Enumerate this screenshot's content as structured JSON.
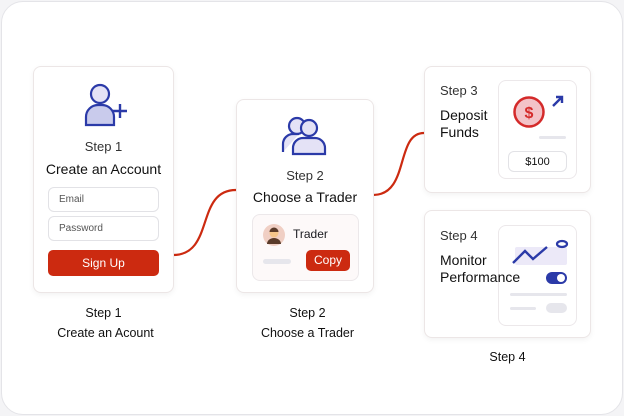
{
  "colors": {
    "accent": "#cc2a10",
    "icon": "#2b3aa8",
    "icon_fill": "#e4e2f6"
  },
  "step1": {
    "step": "Step 1",
    "title": "Create an Account",
    "email_placeholder": "Email",
    "password_placeholder": "Password",
    "signup": "Sign Up",
    "icon": "user-plus-icon"
  },
  "step2": {
    "step": "Step 2",
    "title": "Choose a Trader",
    "trader": "Trader",
    "copy": "Copy",
    "icon": "users-icon"
  },
  "step3": {
    "step": "Step 3",
    "title_line1": "Deposit",
    "title_line2": "Funds",
    "amount": "$100",
    "icon": "dollar-coin-icon"
  },
  "step4": {
    "step": "Step 4",
    "title_line1": "Monitor",
    "title_line2": "Performance",
    "icon": "line-chart-icon"
  },
  "captions": {
    "step1": "Step 1",
    "step1_title": "Create an Acount",
    "step2": "Step 2",
    "step2_title": "Choose a Trader",
    "step4": "Step 4"
  }
}
